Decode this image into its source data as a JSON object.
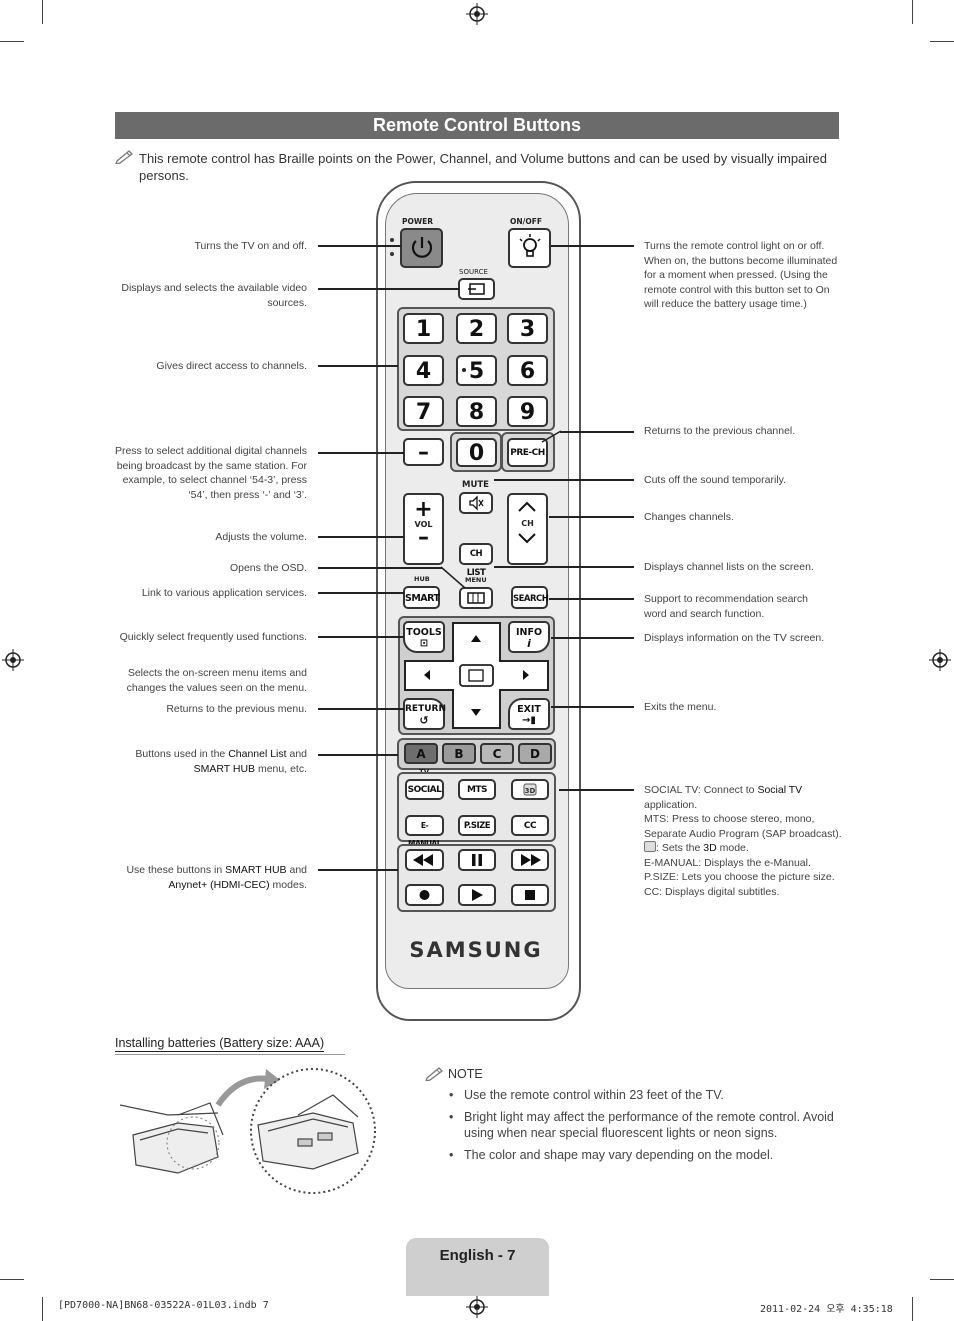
{
  "header": {
    "title": "Remote Control Buttons"
  },
  "intro": "This remote control has Braille points on the Power, Channel, and Volume buttons and can be used by visually impaired persons.",
  "remote": {
    "power_label": "POWER",
    "onoff_label": "ON/OFF",
    "source_label": "SOURCE",
    "numbers": [
      "1",
      "2",
      "3",
      "4",
      "5",
      "6",
      "7",
      "8",
      "9"
    ],
    "zero": "0",
    "dash": "–",
    "prech": "PRE-CH",
    "mute_label": "MUTE",
    "vol_label": "VOL",
    "ch_label": "CH",
    "chlist": "CH LIST",
    "hub_label": "HUB",
    "menu_label": "MENU",
    "smart": "SMART",
    "search": "SEARCH",
    "tools": "TOOLS",
    "info": "INFO",
    "return": "RETURN",
    "exit": "EXIT",
    "color_keys": [
      "A",
      "B",
      "C",
      "D"
    ],
    "tv_label": "TV",
    "social": "SOCIAL",
    "mts": "MTS",
    "emanual": "E-MANUAL",
    "psize": "P.SIZE",
    "cc": "CC",
    "brand": "SAMSUNG"
  },
  "callouts_left": {
    "power": "Turns the TV on and off.",
    "source": "Displays and selects the available video sources.",
    "numbers": "Gives direct access to channels.",
    "dash": "Press to select additional digital channels being broadcast by the same station. For example, to select channel ‘54-3’, press ‘54’, then press ‘-’ and ‘3’.",
    "volume": "Adjusts the volume.",
    "menu": "Opens the OSD.",
    "smart": "Link to various application services.",
    "tools": "Quickly select frequently used functions.",
    "nav": "Selects the on-screen menu items and changes the values seen on the menu.",
    "return": "Returns to the previous menu.",
    "color_pre": "Buttons used in the ",
    "color_b1": "Channel List",
    "color_mid": " and ",
    "color_b2": "SMART HUB",
    "color_post": " menu, etc.",
    "play_pre": "Use these buttons in ",
    "play_b1": "SMART HUB",
    "play_mid": " and ",
    "play_b2": "Anynet+ (HDMI-CEC)",
    "play_post": " modes."
  },
  "callouts_right": {
    "onoff": "Turns the remote control light on or off. When on, the buttons become illuminated for a moment when pressed. (Using the remote control with this button set to On will reduce the battery usage time.)",
    "prech": "Returns to the previous channel.",
    "mute": "Cuts off the sound temporarily.",
    "ch": "Changes channels.",
    "chlist": "Displays channel lists on the screen.",
    "search": "Support to recommendation search word and search function.",
    "info": "Displays information on the TV screen.",
    "exit": "Exits the menu.",
    "social_key": "SOCIAL TV",
    "social_text": ": Connect to ",
    "social_bold": "Social TV",
    "social_tail": " application.",
    "mts_key": "MTS",
    "mts_text": ": Press to choose stereo, mono, Separate Audio Program (SAP broadcast).",
    "threed_text": ": Sets the ",
    "threed_bold": "3D",
    "threed_tail": " mode.",
    "emanual_key": "E-MANUAL",
    "emanual_text": ": Displays the e-Manual.",
    "psize_key": "P.SIZE",
    "psize_text": ": Lets you choose the picture size.",
    "cc_key": "CC",
    "cc_text": ": Displays digital subtitles."
  },
  "install": {
    "title": "Installing batteries (Battery size: AAA)"
  },
  "note": {
    "title": "NOTE",
    "items": [
      "Use the remote control within 23 feet of the TV.",
      "Bright light may affect the performance of the remote control. Avoid using when near special fluorescent lights or neon signs.",
      "The color and shape may vary depending on the model."
    ]
  },
  "footer": {
    "page": "English - 7",
    "file": "[PD7000-NA]BN68-03522A-01L03.indb   7",
    "timestamp": "2011-02-24   오후 4:35:18"
  }
}
